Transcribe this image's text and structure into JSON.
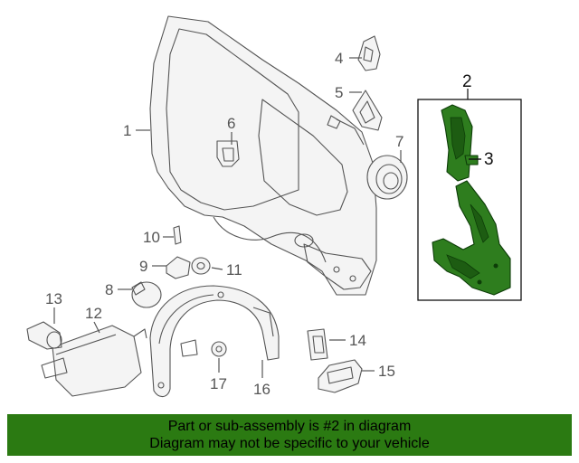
{
  "callouts": {
    "n1": "1",
    "n2": "2",
    "n3": "3",
    "n4": "4",
    "n5": "5",
    "n6": "6",
    "n7": "7",
    "n8": "8",
    "n9": "9",
    "n10": "10",
    "n11": "11",
    "n12": "12",
    "n13": "13",
    "n14": "14",
    "n15": "15",
    "n16": "16",
    "n17": "17"
  },
  "highlight_color": "#2e7d1e",
  "banner": {
    "line1": "Part or sub-assembly is #2 in diagram",
    "line2": "Diagram may not be specific to your vehicle",
    "background": "#2b7a12"
  }
}
